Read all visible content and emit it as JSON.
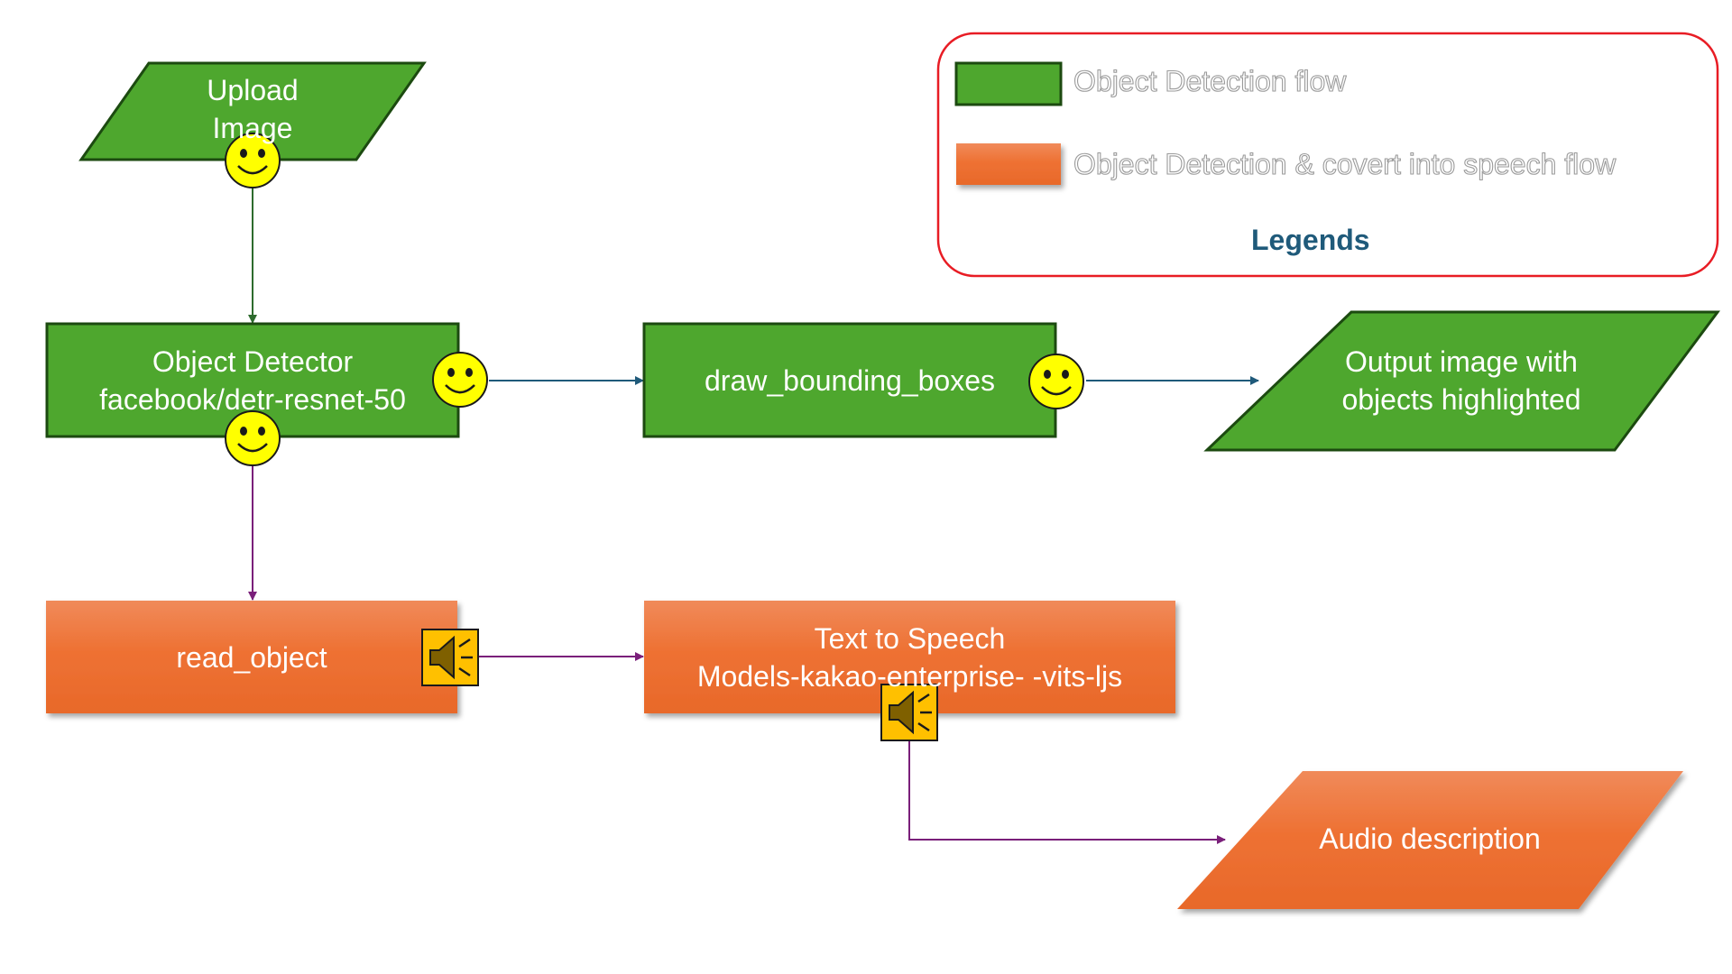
{
  "nodes": {
    "upload_image": "Upload\nImage",
    "object_detector": "Object Detector\nfacebook/detr-resnet-50",
    "draw_bounding_boxes": "draw_bounding_boxes",
    "output_image": "Output image with\nobjects highlighted",
    "read_object": "read_object",
    "text_to_speech": "Text to Speech\nModels-kakao-enterprise- -vits-ljs",
    "audio_description": "Audio description"
  },
  "legend": {
    "green_label": "Object Detection flow",
    "orange_label": "Object Detection & covert into speech flow",
    "title": "Legends"
  },
  "icons": {
    "face": "smiley-face-icon",
    "speaker": "speaker-icon"
  },
  "colors": {
    "green_fill": "#4ea72e",
    "green_border": "#1c4a10",
    "orange_top": "#f08a5a",
    "orange_bottom": "#e8692a",
    "legend_border": "#e81c24",
    "green_connector": "#2e6b2e",
    "blue_connector": "#1f5a7a",
    "purple_connector": "#7a1f7a",
    "face_fill": "#ffff00",
    "speaker_fill": "#ffc000"
  }
}
